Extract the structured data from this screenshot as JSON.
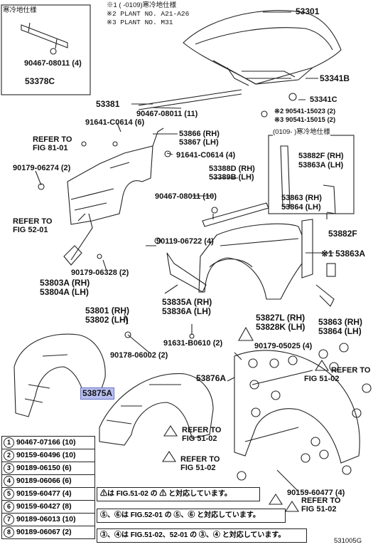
{
  "top_notes": {
    "note1": "※1 ( -0109)寒冷地仕様",
    "note2": "※2 PLANT NO. A21-A26",
    "note3": "※3 PLANT NO. M31"
  },
  "inset_left": {
    "title": "寒冷地仕様",
    "part_a": "90467-08011 (4)",
    "part_b": "53378C"
  },
  "inset_right": {
    "title": "(0109- )寒冷地仕様",
    "part_a": "53882F (RH)",
    "part_b": "53863A (LH)",
    "part_c": "53863 (RH)",
    "part_d": "53864 (LH)"
  },
  "labels": {
    "p53301": "53301",
    "p53341b": "53341B",
    "p53341c": "53341C",
    "p90541_15023": "※2 90541-15023 (2)",
    "p90541_15015": "※3 90541-15015 (2)",
    "p53381": "53381",
    "p90467_08011_11": "90467-08011 (11)",
    "p91641_c0614_6": "91641-C0614 (6)",
    "ref81_a": "REFER TO",
    "ref81_b": "FIG 81-01",
    "p53866": "53866 (RH)",
    "p53867": "53867 (LH)",
    "p91641_c0614_4": "91641-C0614 (4)",
    "p90179_06274": "90179-06274 (2)",
    "p53388d": "53388D (RH)",
    "p53389b": "53389B (LH)",
    "p90467_08011_10": "90467-08011 (10)",
    "ref52_a": "REFER TO",
    "ref52_b": "FIG 52-01",
    "p53882f": "53882F",
    "p90119_06722": "90119-06722 (4)",
    "p53863a": "※1 53863A",
    "p90179_06328": "90179-06328 (2)",
    "p53803a": "53803A (RH)",
    "p53804a": "53804A (LH)",
    "p53835a": "53835A (RH)",
    "p53836a": "53836A (LH)",
    "p53801": "53801 (RH)",
    "p53802": "53802 (LH)",
    "p53827l": "53827L (RH)",
    "p53828k": "53828K (LH)",
    "p53863rh": "53863 (RH)",
    "p53864lh": "53864 (LH)",
    "p91631": "91631-B0610 (2)",
    "p90178": "90178-06002 (2)",
    "p90179_05025": "90179-05025 (4)",
    "p53875a": "53875A",
    "p53876a": "53876A",
    "ref_b_a": "REFER TO",
    "ref_b_b": "FIG 51-02",
    "ref_c_a": "REFER TO",
    "ref_c_b": "FIG 51-02",
    "ref_d_a": "REFER TO",
    "ref_d_b": "FIG 51-02",
    "ref_e_a": "REFER TO",
    "ref_e_b": "FIG 51-02",
    "p90159_60477": "90159-60477 (4)",
    "fig_code": "531005G"
  },
  "legend": [
    {
      "num": "1",
      "code": "90467-07166 (10)"
    },
    {
      "num": "2",
      "code": "90159-60496 (10)"
    },
    {
      "num": "3",
      "code": "90189-06150 (6)"
    },
    {
      "num": "4",
      "code": "90189-06066 (6)"
    },
    {
      "num": "5",
      "code": "90159-60477 (4)"
    },
    {
      "num": "6",
      "code": "90159-60427 (8)"
    },
    {
      "num": "7",
      "code": "90189-06013 (10)"
    },
    {
      "num": "8",
      "code": "90189-06067 (2)"
    }
  ],
  "notes": {
    "n1": "⚠は FIG.51-02 の ⚠ と対応しています。",
    "n2": "⑤、⑥は FIG.52-01 の ⑤、⑥ と対応しています。",
    "n3": "③、④は FIG.51-02、52-01 の ③、④ と対応しています。"
  }
}
